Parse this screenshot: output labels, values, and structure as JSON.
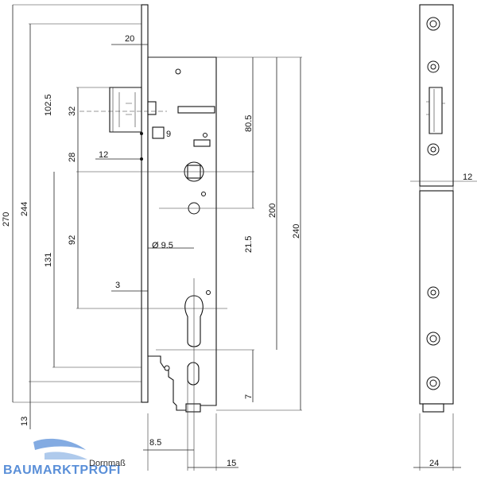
{
  "dimensions": {
    "d270": "270",
    "d244": "244",
    "d131": "131",
    "d13": "13",
    "d102_5": "102.5",
    "d32": "32",
    "d28": "28",
    "d92": "92",
    "d20": "20",
    "d12_front": "12",
    "d3": "3",
    "d8_5": "8.5",
    "d15": "15",
    "d9": "9",
    "d9_5": "Ø 9.5",
    "d21_5": "21.5",
    "d80_5": "80.5",
    "d200": "200",
    "d240": "240",
    "d7": "7",
    "d12_side": "12",
    "d24": "24"
  },
  "logo": {
    "text": "BAUMARKTPROFI",
    "subtitle": "Dornmaß",
    "color": "#5a8fd8"
  }
}
